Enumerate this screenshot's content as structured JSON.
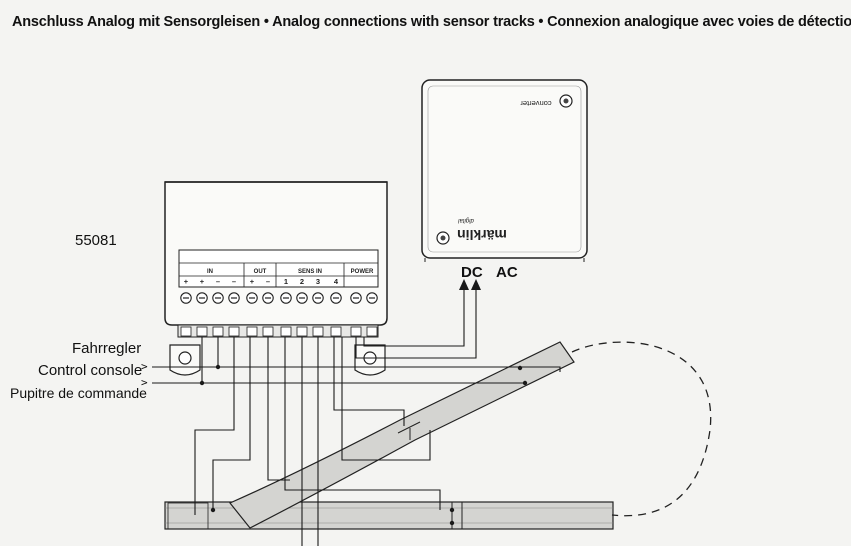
{
  "title": "Anschluss Analog mit Sensorgleisen • Analog connections with sensor tracks • Connexion analogique avec voies de détection",
  "module": {
    "model_number": "55081",
    "group_labels": {
      "in": "IN",
      "out": "OUT",
      "sens_in": "SENS IN",
      "power": "POWER"
    },
    "terminals": [
      "+",
      "+",
      "–",
      "–",
      "+",
      "–",
      "1",
      "2",
      "3",
      "4"
    ]
  },
  "converter": {
    "label": "converter",
    "brand": "märklin",
    "brand_sub": "digital",
    "outputs": {
      "dc": "DC",
      "ac": "AC"
    }
  },
  "controller": {
    "label_de": "Fahrregler",
    "label_en": "Control console",
    "label_fr": "Pupitre de commande",
    "arrow": ">"
  },
  "colors": {
    "track_fill": "#cfcfcc",
    "line": "#1a1a1a",
    "background": "#f4f4f2"
  }
}
